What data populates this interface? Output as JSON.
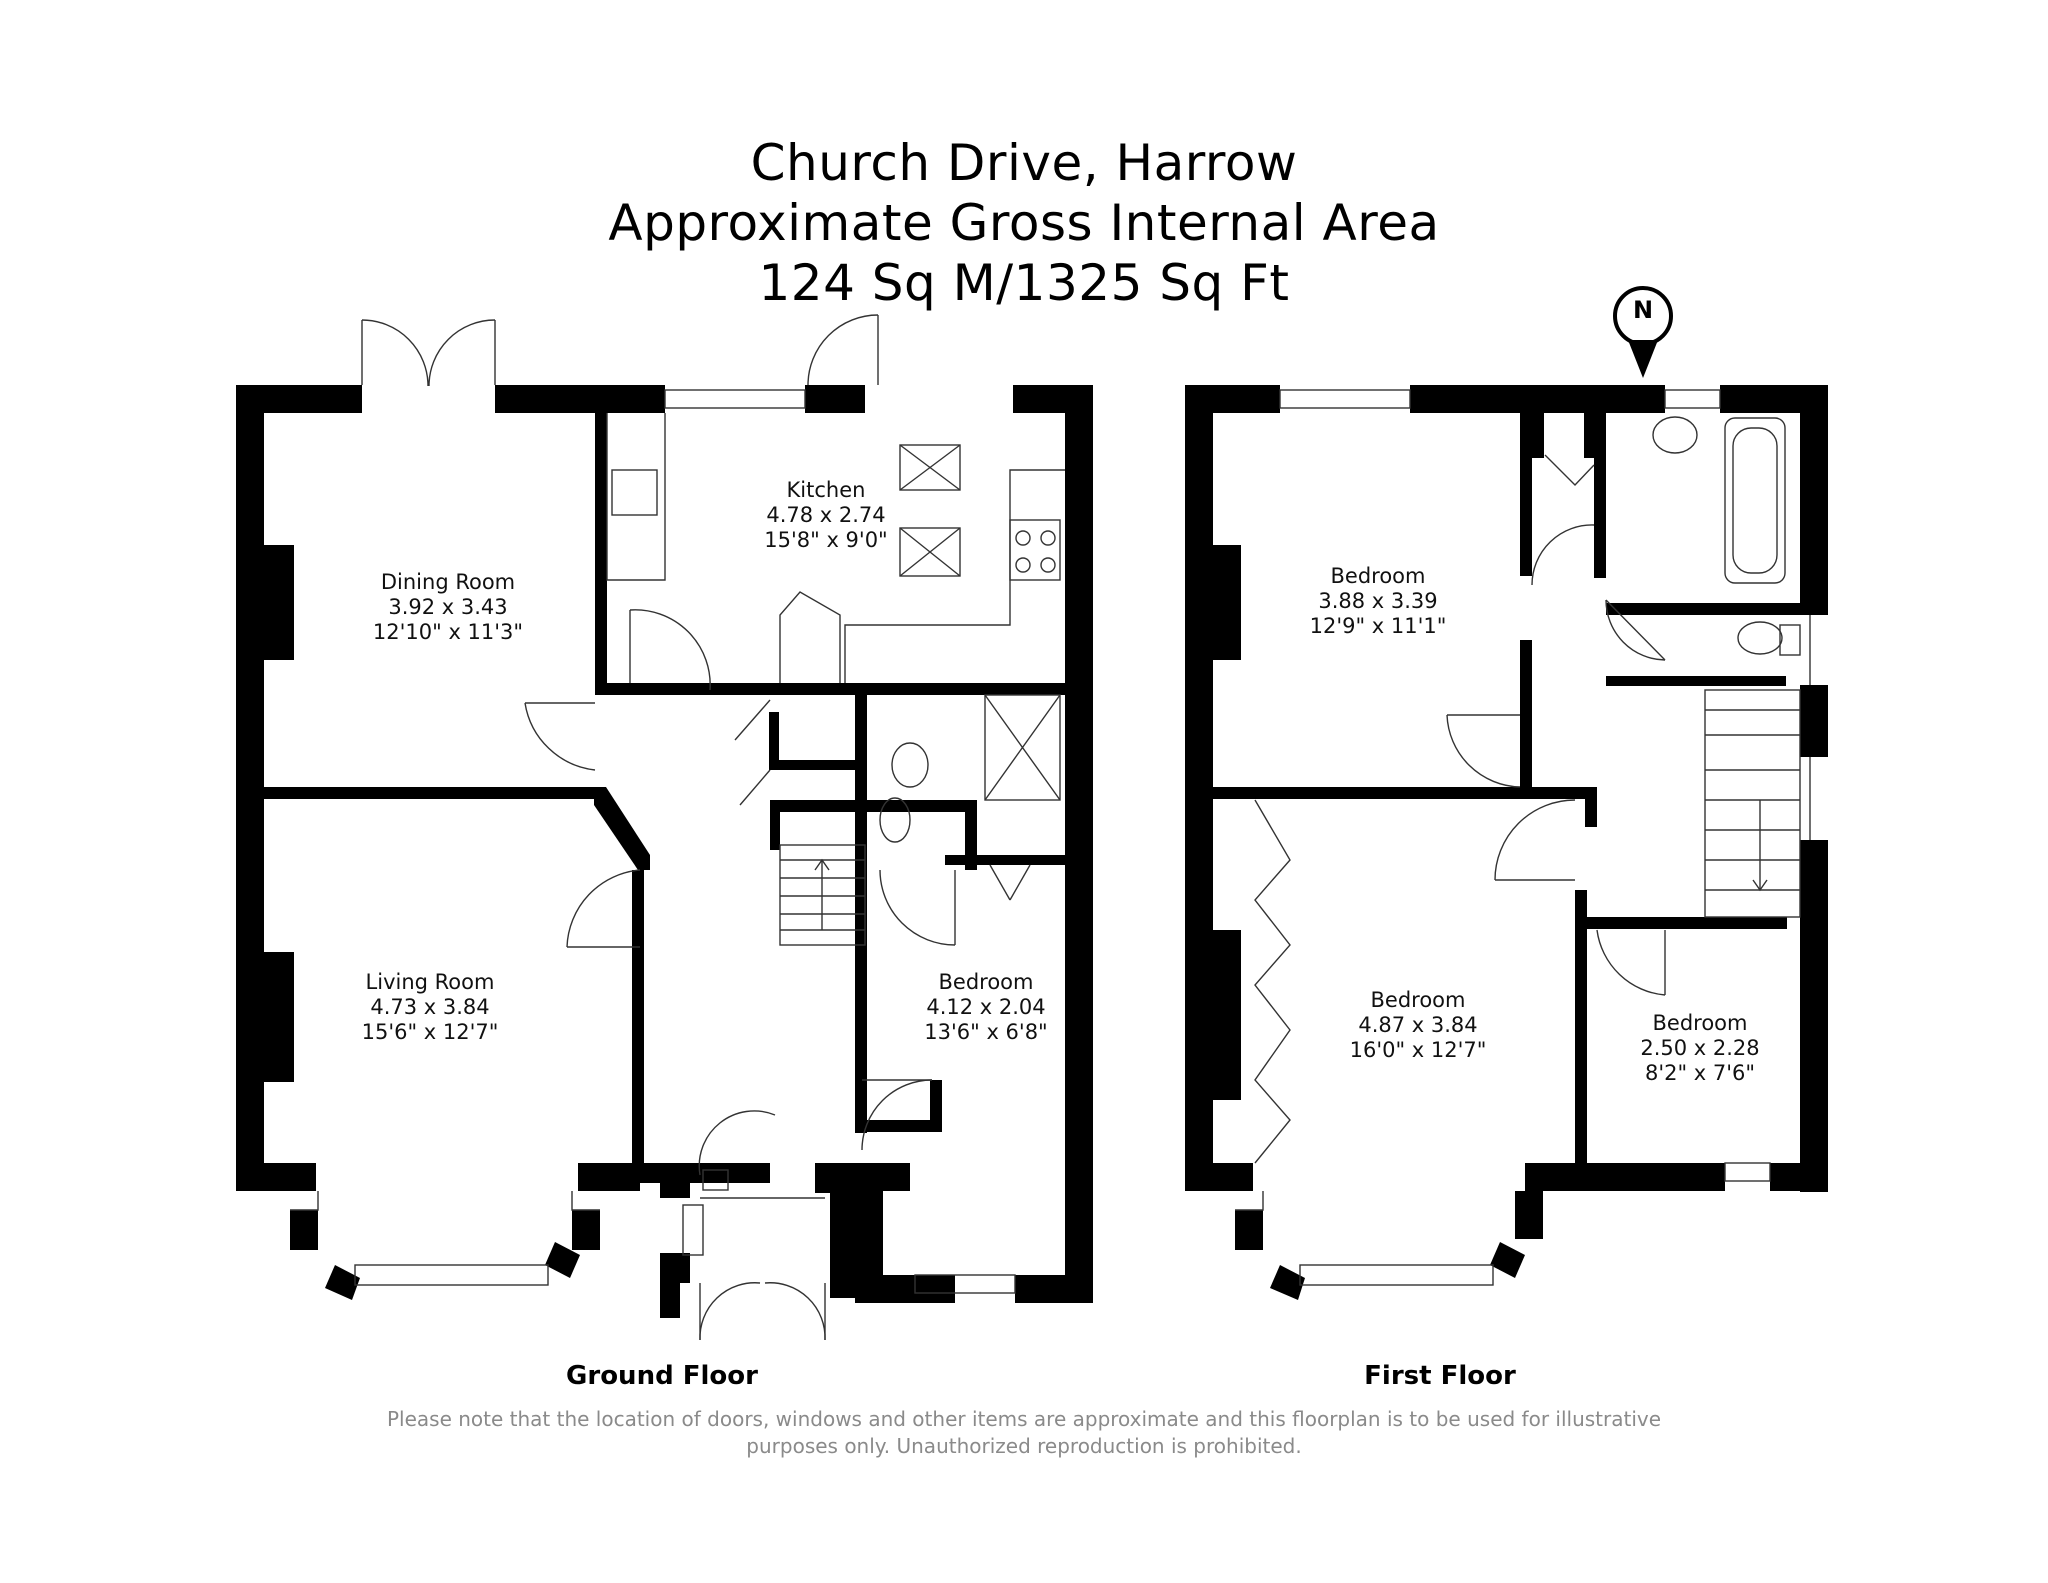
{
  "header": {
    "line1": "Church Drive, Harrow",
    "line2": "Approximate Gross Internal Area",
    "line3": "124 Sq M/1325 Sq Ft"
  },
  "compass": {
    "label": "N"
  },
  "ground_floor": {
    "label": "Ground Floor",
    "rooms": [
      {
        "name": "Dining Room",
        "metric": "3.92 x 3.43",
        "imperial": "12'10\" x 11'3\""
      },
      {
        "name": "Kitchen",
        "metric": "4.78 x 2.74",
        "imperial": "15'8\" x 9'0\""
      },
      {
        "name": "Living Room",
        "metric": "4.73 x 3.84",
        "imperial": "15'6\" x 12'7\""
      },
      {
        "name": "Bedroom",
        "metric": "4.12 x 2.04",
        "imperial": "13'6\" x 6'8\""
      }
    ]
  },
  "first_floor": {
    "label": "First Floor",
    "rooms": [
      {
        "name": "Bedroom",
        "metric": "3.88 x 3.39",
        "imperial": "12'9\" x 11'1\""
      },
      {
        "name": "Bedroom",
        "metric": "4.87 x 3.84",
        "imperial": "16'0\" x 12'7\""
      },
      {
        "name": "Bedroom",
        "metric": "2.50 x 2.28",
        "imperial": "8'2\" x 7'6\""
      }
    ]
  },
  "disclaimer": {
    "line1": "Please note that the location of doors, windows and other items are approximate and this floorplan is to be used for illustrative",
    "line2": "purposes only. Unauthorized reproduction is prohibited."
  }
}
